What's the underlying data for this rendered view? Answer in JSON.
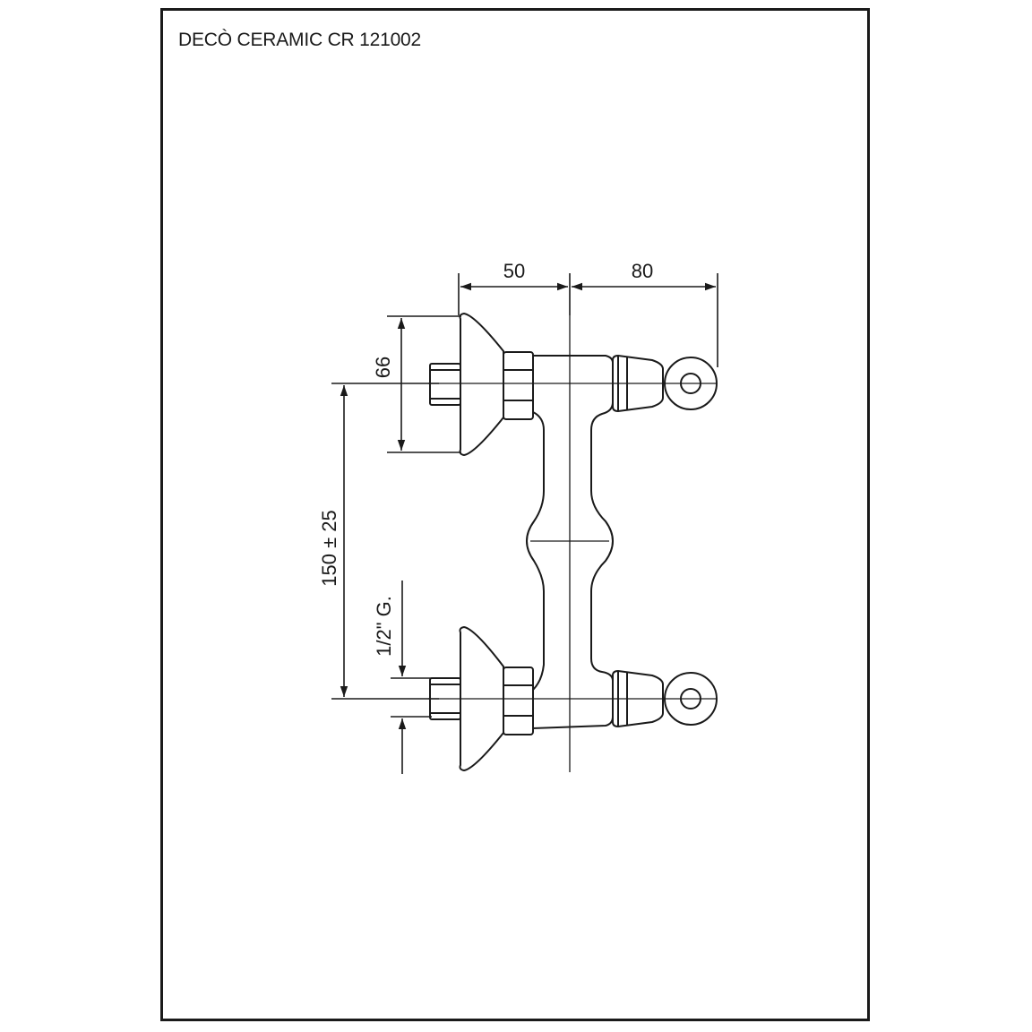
{
  "title": "DECÒ CERAMIC CR 121002",
  "dimensions": {
    "width_left": "50",
    "width_right": "80",
    "height_escutcheon": "66",
    "center_distance": "150 ± 25",
    "thread": "1/2\" G."
  },
  "colors": {
    "line": "#1a1a1a",
    "background": "#ffffff"
  }
}
